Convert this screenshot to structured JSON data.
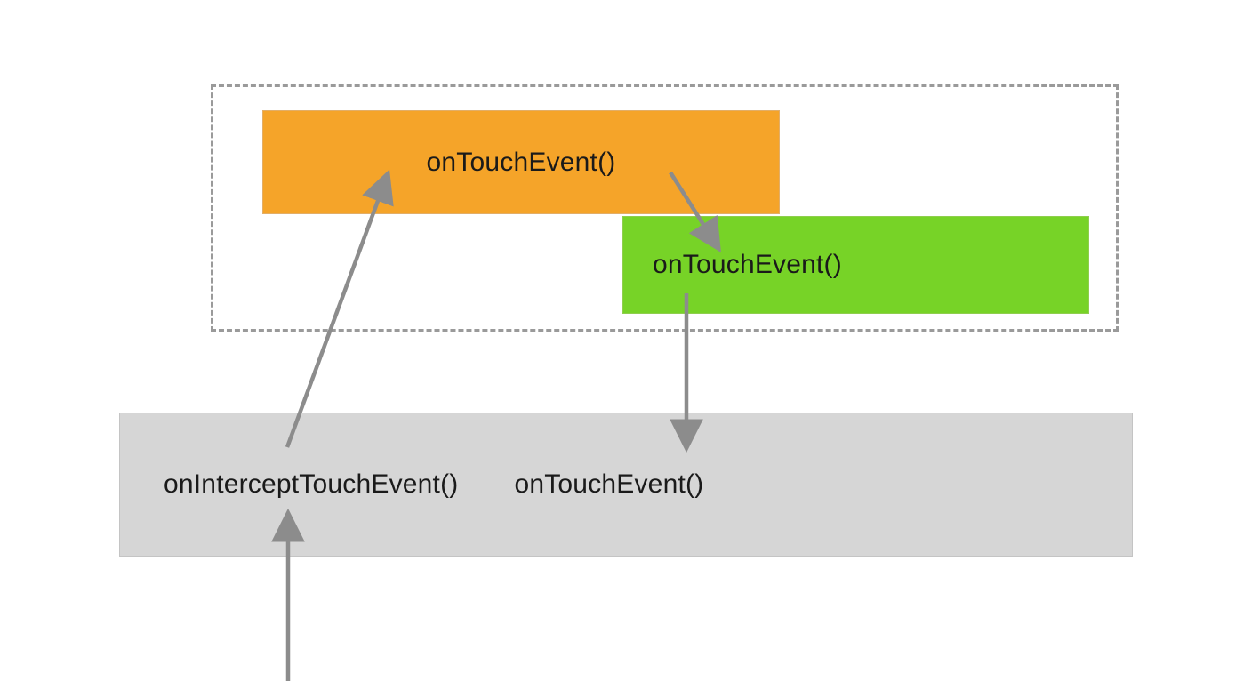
{
  "diagram": {
    "title": "Android touch event dispatch diagram",
    "colors": {
      "orange": "#f5a429",
      "green": "#77d327",
      "gray": "#d6d6d6",
      "arrow": "#8c8c8c",
      "dashed_border": "#9a9a9a",
      "text": "#1a1a1a",
      "background": "#ffffff"
    },
    "boxes": {
      "orange_view": {
        "label": "onTouchEvent()"
      },
      "green_view": {
        "label": "onTouchEvent()"
      },
      "view_group": {
        "intercept_label": "onInterceptTouchEvent()",
        "touch_label": "onTouchEvent()"
      }
    },
    "arrows": [
      {
        "name": "viewgroup-to-orange-view",
        "from": "onInterceptTouchEvent()",
        "to": "onTouchEvent() (orange)"
      },
      {
        "name": "orange-view-to-green-view",
        "from": "onTouchEvent() (orange)",
        "to": "onTouchEvent() (green)"
      },
      {
        "name": "green-view-to-viewgroup",
        "from": "onTouchEvent() (green)",
        "to": "onTouchEvent() (ViewGroup)"
      },
      {
        "name": "external-to-viewgroup",
        "from": "outside",
        "to": "onInterceptTouchEvent()"
      }
    ]
  }
}
